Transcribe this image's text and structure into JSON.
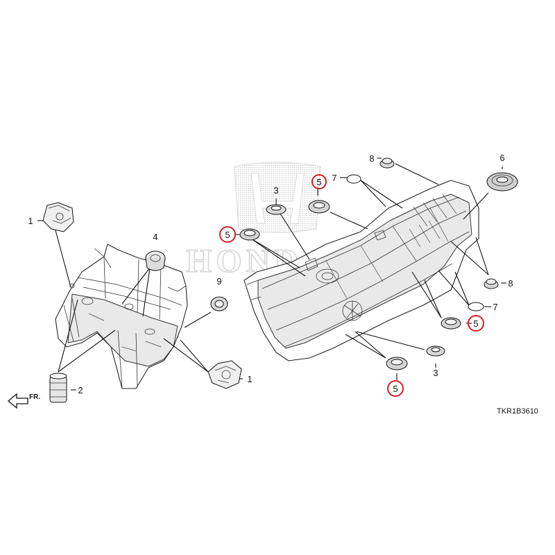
{
  "diagram_code": "TKR1B3610",
  "direction_label": "FR.",
  "watermark_text": "HONDA",
  "colors": {
    "highlight": "#d21f26",
    "ink": "#111111",
    "watermark": "#c9c9c9"
  },
  "callouts": {
    "c1a": "1",
    "c1b": "1",
    "c2": "2",
    "c3a": "3",
    "c3b": "3",
    "c4": "4",
    "c5a": "5",
    "c5b": "5",
    "c5c": "5",
    "c5d": "5",
    "c6": "6",
    "c7a": "7",
    "c7b": "7",
    "c8a": "8",
    "c8b": "8",
    "c9": "9"
  },
  "highlighted_callouts": [
    "c5a",
    "c5c",
    "c5d"
  ]
}
